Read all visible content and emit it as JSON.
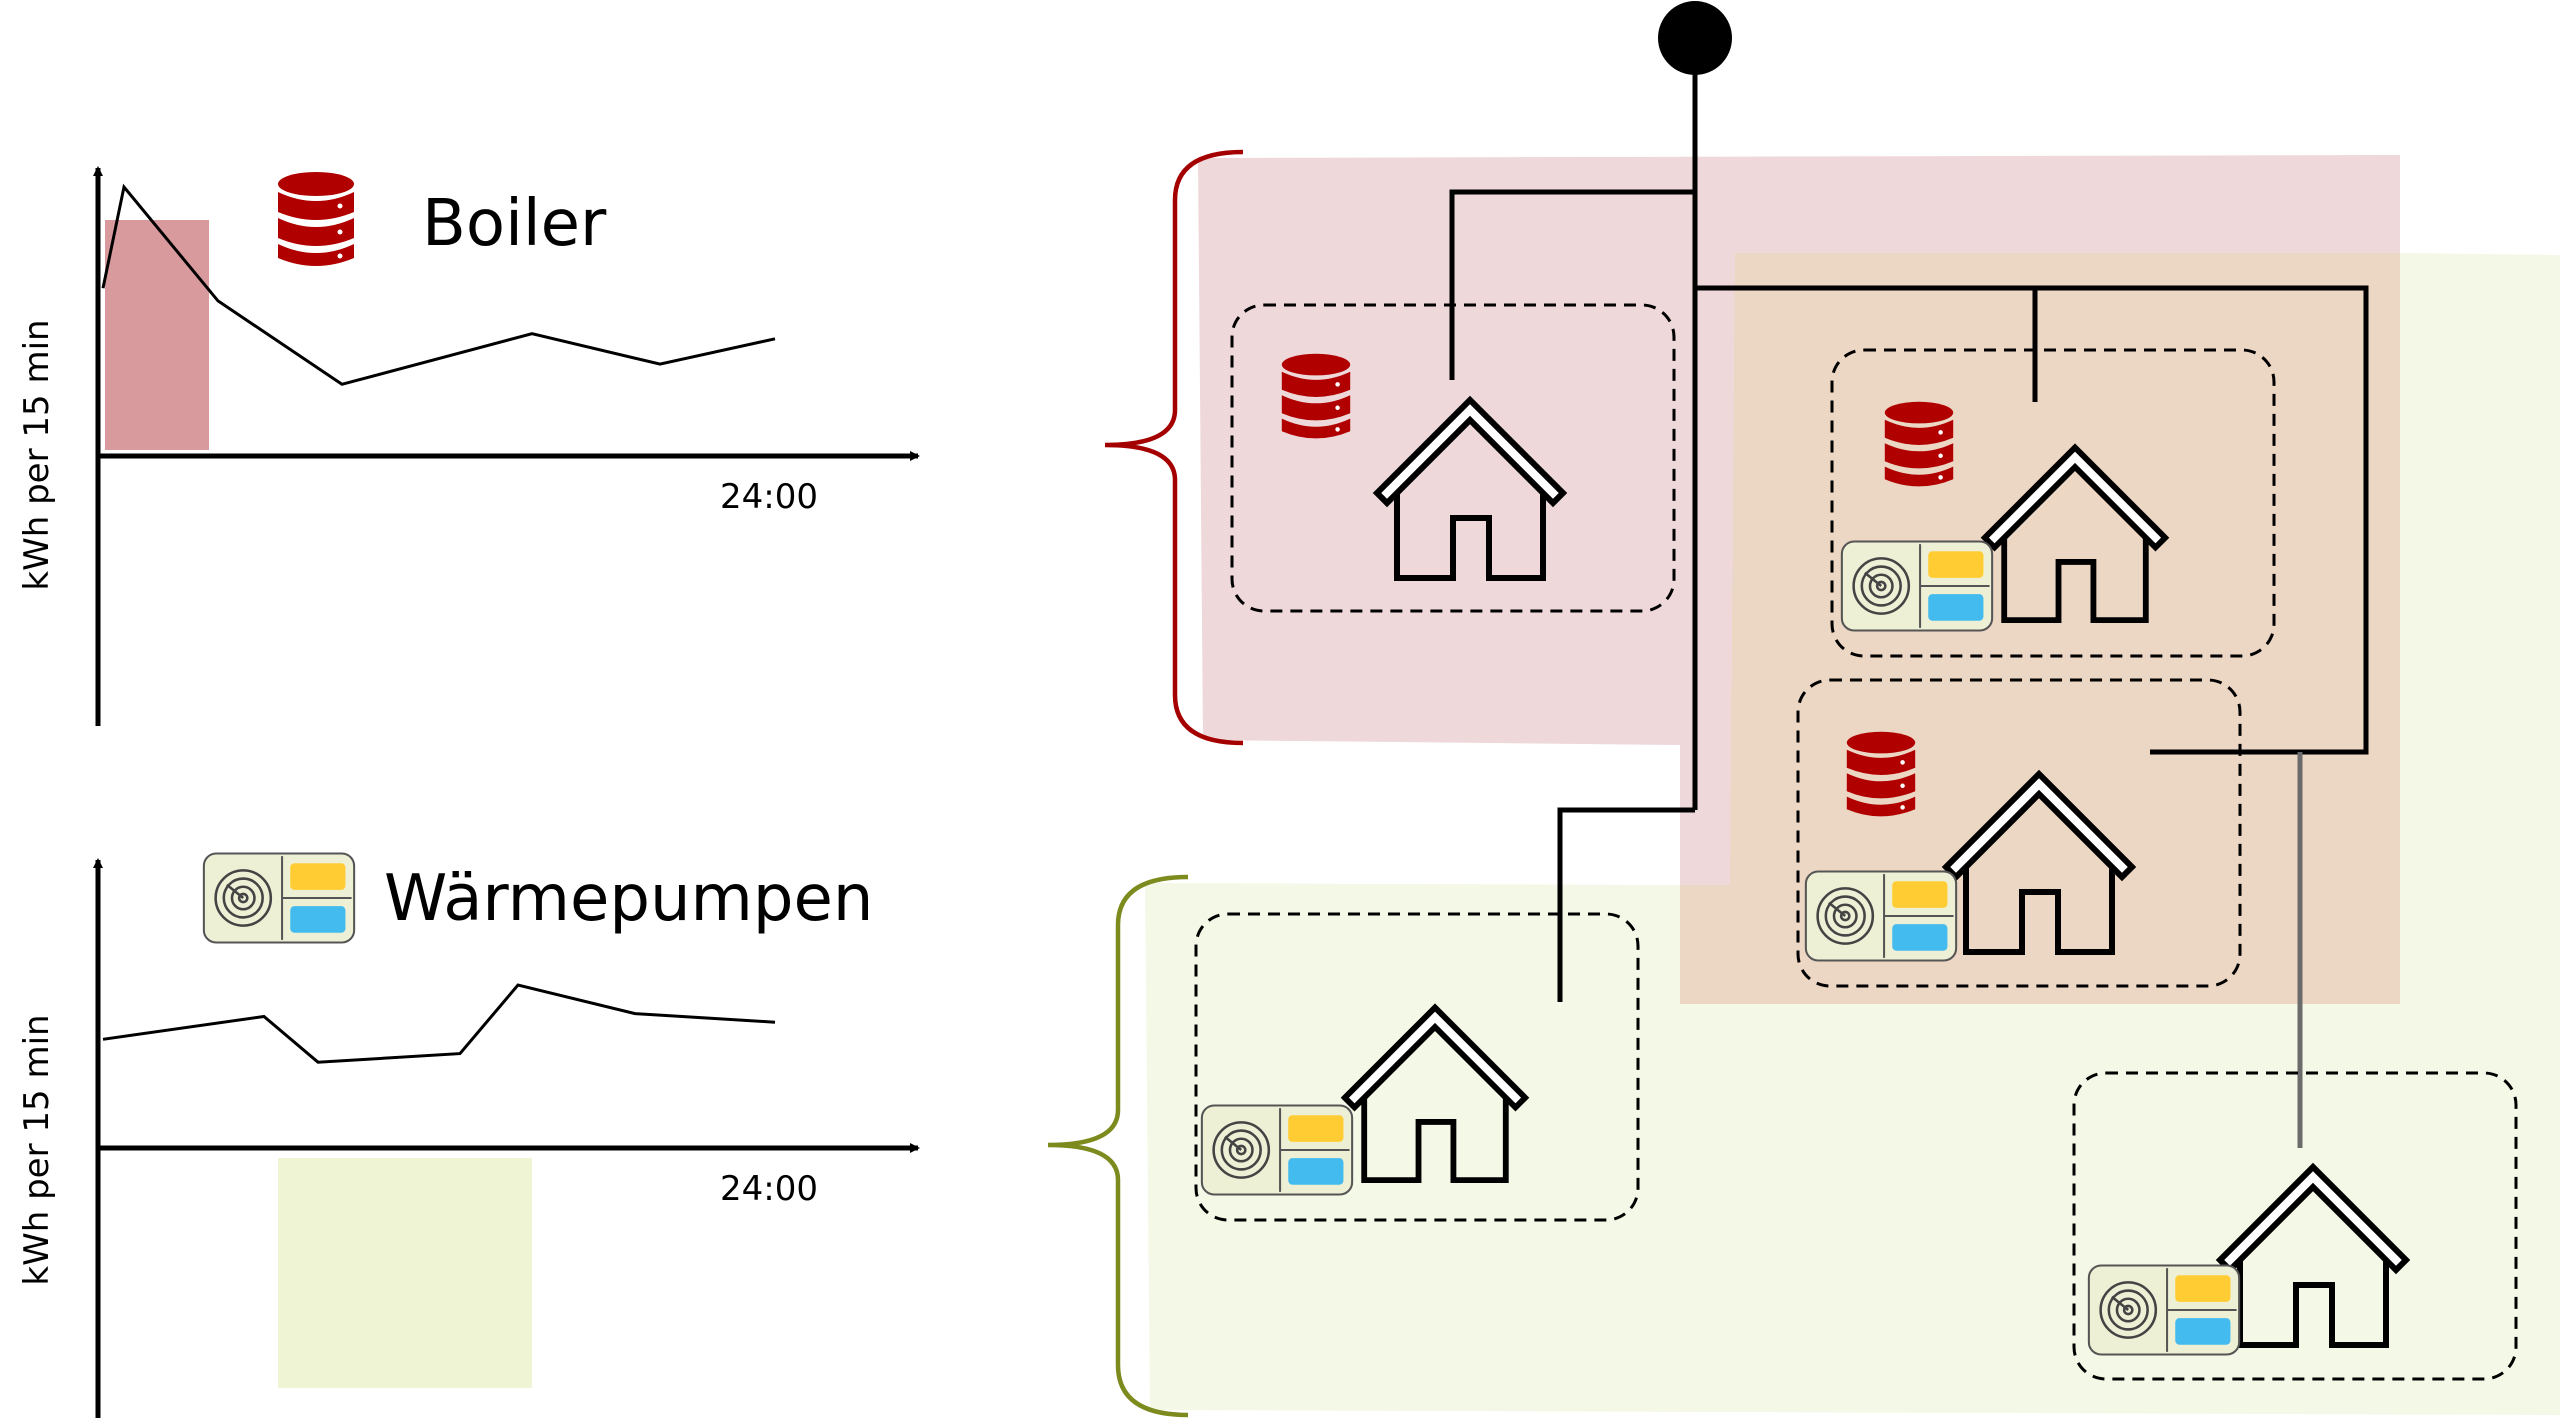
{
  "colors": {
    "boiler_red": "#b00000",
    "boiler_fill": "#d99a9e",
    "boiler_region": "#eed8da",
    "hp_region": "#f4f8e6",
    "hp_bar": "#eef4d4",
    "overlap_region": "#ecd6c4",
    "hp_device_bg": "#eef0d6",
    "hp_yellow": "#ffcc33",
    "hp_blue": "#44bbee",
    "brace_red": "#a40000",
    "brace_green": "#7c8a1e"
  },
  "boiler_chart": {
    "title": "Boiler",
    "icon": "database-icon",
    "ylabel": "kWh per 15 min",
    "xtick": "24:00",
    "load_shape": [
      0.6,
      1.0,
      0.55,
      0.22,
      0.42,
      0.3,
      0.4
    ]
  },
  "hp_chart": {
    "title": "Wärmepumpen",
    "icon": "heat-pump-icon",
    "ylabel": "kWh per 15 min",
    "xtick": "24:00",
    "load_shape": [
      0.62,
      0.78,
      0.46,
      0.52,
      1.0,
      0.8,
      0.74
    ]
  },
  "network": {
    "houses": [
      {
        "id": "house-1",
        "boiler": true,
        "heat_pump": false,
        "group": "boiler"
      },
      {
        "id": "house-2",
        "boiler": true,
        "heat_pump": true,
        "group": "both"
      },
      {
        "id": "house-3",
        "boiler": true,
        "heat_pump": true,
        "group": "both"
      },
      {
        "id": "house-4",
        "boiler": false,
        "heat_pump": true,
        "group": "heat_pump"
      },
      {
        "id": "house-5",
        "boiler": false,
        "heat_pump": true,
        "group": "heat_pump"
      }
    ]
  }
}
